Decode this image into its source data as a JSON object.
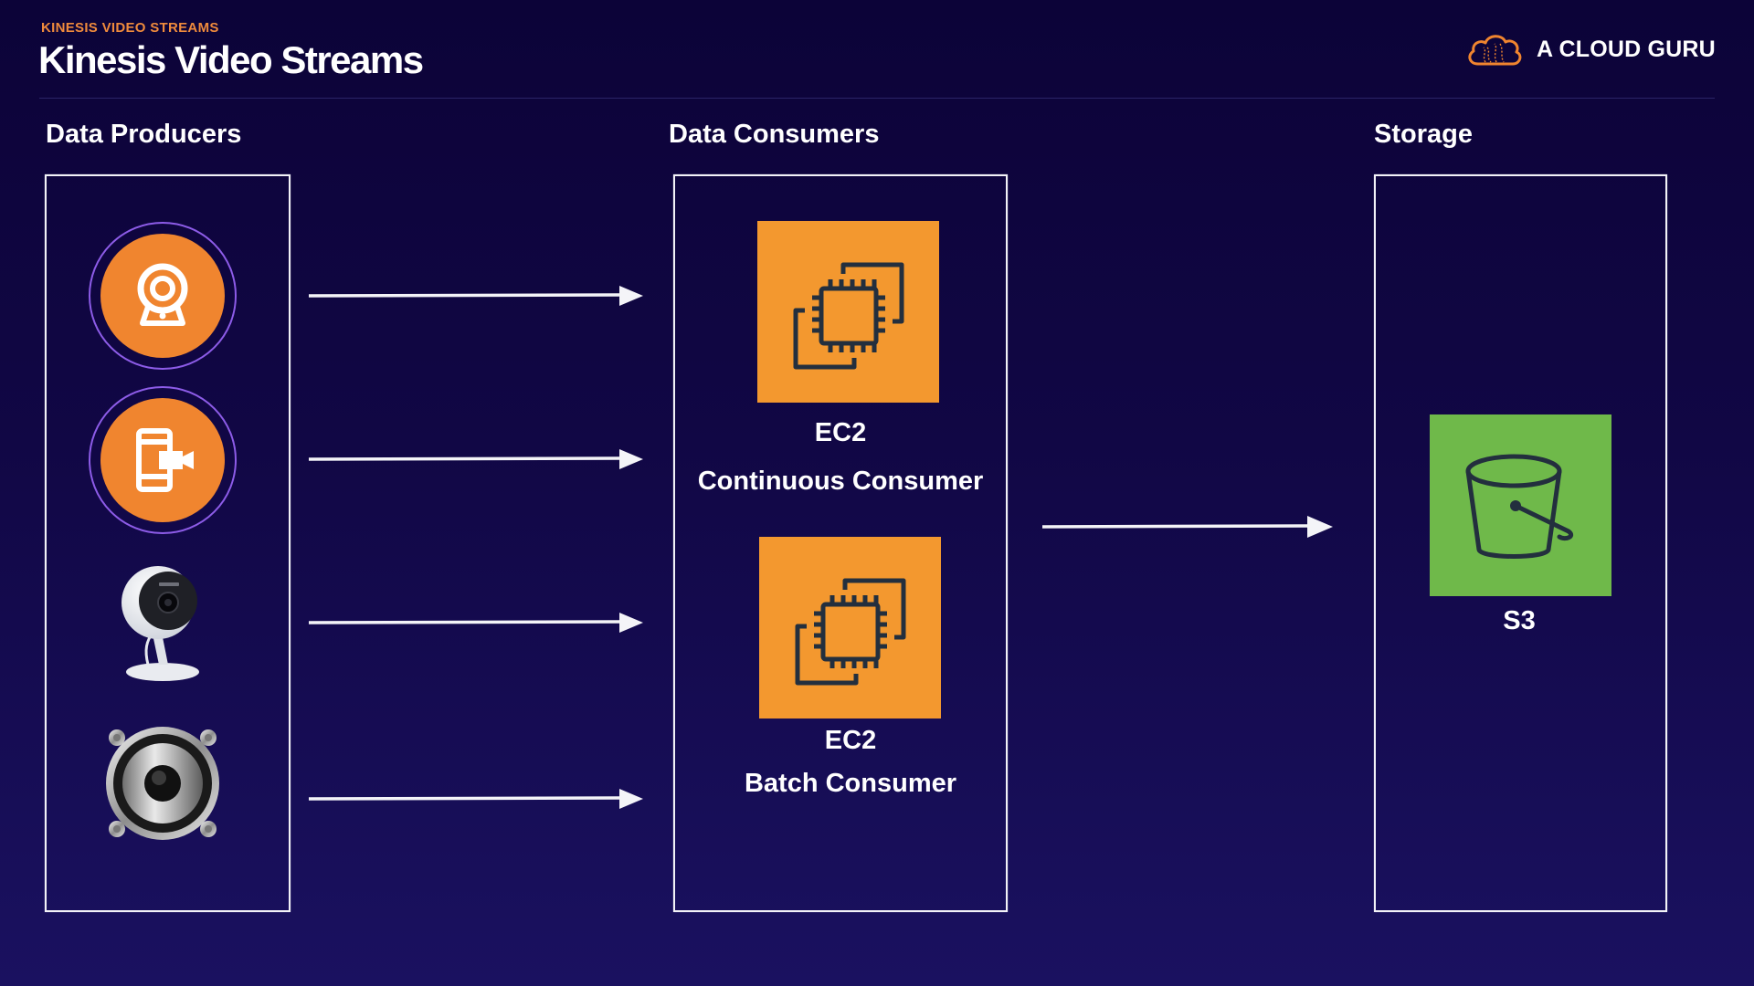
{
  "header": {
    "kicker": "KINESIS VIDEO STREAMS",
    "title": "Kinesis Video Streams",
    "logo_text": "A CLOUD GURU",
    "logo_icon": "cloud-icon"
  },
  "columns": {
    "producers": {
      "title": "Data Producers"
    },
    "consumers": {
      "title": "Data Consumers"
    },
    "storage": {
      "title": "Storage"
    }
  },
  "producers": [
    {
      "icon": "webcam-icon",
      "style": "orange-circle"
    },
    {
      "icon": "mobile-video-icon",
      "style": "orange-circle"
    },
    {
      "icon": "security-camera-icon",
      "style": "device-image"
    },
    {
      "icon": "speaker-icon",
      "style": "device-image"
    }
  ],
  "consumers": [
    {
      "icon": "ec2-icon",
      "line1": "EC2",
      "line2": "Continuous Consumer"
    },
    {
      "icon": "ec2-icon",
      "line1": "EC2",
      "line2": "Batch Consumer"
    }
  ],
  "storage": {
    "icon": "s3-bucket-icon",
    "label": "S3"
  },
  "colors": {
    "background": "#110745",
    "accent_orange": "#f0852f",
    "ec2_orange": "#f3982f",
    "s3_green": "#6fb94a",
    "ring_purple": "#8d5ce8",
    "kicker_orange": "#ef8a3c"
  }
}
